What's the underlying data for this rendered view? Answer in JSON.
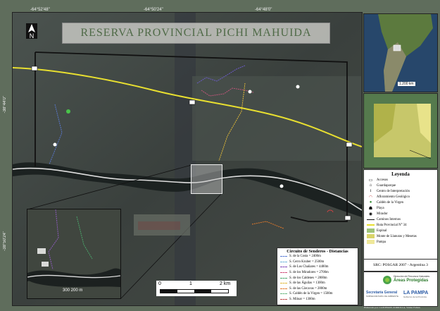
{
  "title": "RESERVA PROVINCIAL PICHI MAHUIDA",
  "coords": {
    "top": [
      "-64°52'48\"",
      "-64°50'24\"",
      "-64°48'0\""
    ],
    "left": [
      "-38°44'0\"",
      "-38°50'24\""
    ]
  },
  "north_label": "N",
  "inset_scale": "1.200 km",
  "legend": {
    "title": "Leyenda",
    "items": [
      {
        "label": "Accesos",
        "icon": "access-icon"
      },
      {
        "label": "Guardaparque",
        "icon": "ranger-icon"
      },
      {
        "label": "Centro de Interpretación",
        "icon": "info-icon"
      },
      {
        "label": "Afloramiento Geológico",
        "icon": "geology-icon"
      },
      {
        "label": "Caldén de la Virgen",
        "icon": "tree-icon"
      },
      {
        "label": "Playa",
        "icon": "beach-icon"
      },
      {
        "label": "Mirador",
        "icon": "viewpoint-icon"
      },
      {
        "label": "Caminos Internos",
        "icon": "road-icon"
      },
      {
        "label": "Ruta Provincial N° 34",
        "icon": "route-icon"
      },
      {
        "label": "Espinal",
        "icon": "espinal-swatch"
      },
      {
        "label": "Monte de Llanuras y Mesetas",
        "icon": "monte-swatch"
      },
      {
        "label": "Pampa",
        "icon": "pampa-swatch"
      }
    ]
  },
  "src": "SRC: POSGAR 2007 - Argentina 3",
  "logos": {
    "areas_line1": "Áreas Protegidas",
    "areas_line0": "Dirección de Recursos Naturales",
    "secretaria_line1": "Secretaría General",
    "secretaria_line2": "SUBSECRETARÍA DE AMBIENTE",
    "pampa": "LA PAMPA",
    "pampa_sub": "Gobierno de la Provincia"
  },
  "credit": "Elaborado por: CANTEROS ZORRILLA, Walter Fabian",
  "circuit": {
    "title": "Circuito de Senderos - Distancias",
    "items": [
      {
        "label": "S. de la Costa = 2400m",
        "color": "#5a7bd6"
      },
      {
        "label": "S. Cerro Kruber = 2500m",
        "color": "#6bb0d9"
      },
      {
        "label": "S. de Los Chañares = 4400m",
        "color": "#7b3fb4"
      },
      {
        "label": "S. de los Miradores = 2700m",
        "color": "#d04b78"
      },
      {
        "label": "S. de los Caldenes = 2800m",
        "color": "#4aa56a"
      },
      {
        "label": "S. de las Águilas = 1300m",
        "color": "#e0b838"
      },
      {
        "label": "S. de las Cárcavas = 2800m",
        "color": "#e37a2b"
      },
      {
        "label": "S. Caldén de la Virgen = 1500m",
        "color": "#67b67d"
      },
      {
        "label": "S. Miiuar = 1300m",
        "color": "#c04848"
      }
    ]
  },
  "scale": {
    "ticks": [
      "0",
      "1",
      "2 km"
    ]
  },
  "inset_left_scale": "300 200 m"
}
